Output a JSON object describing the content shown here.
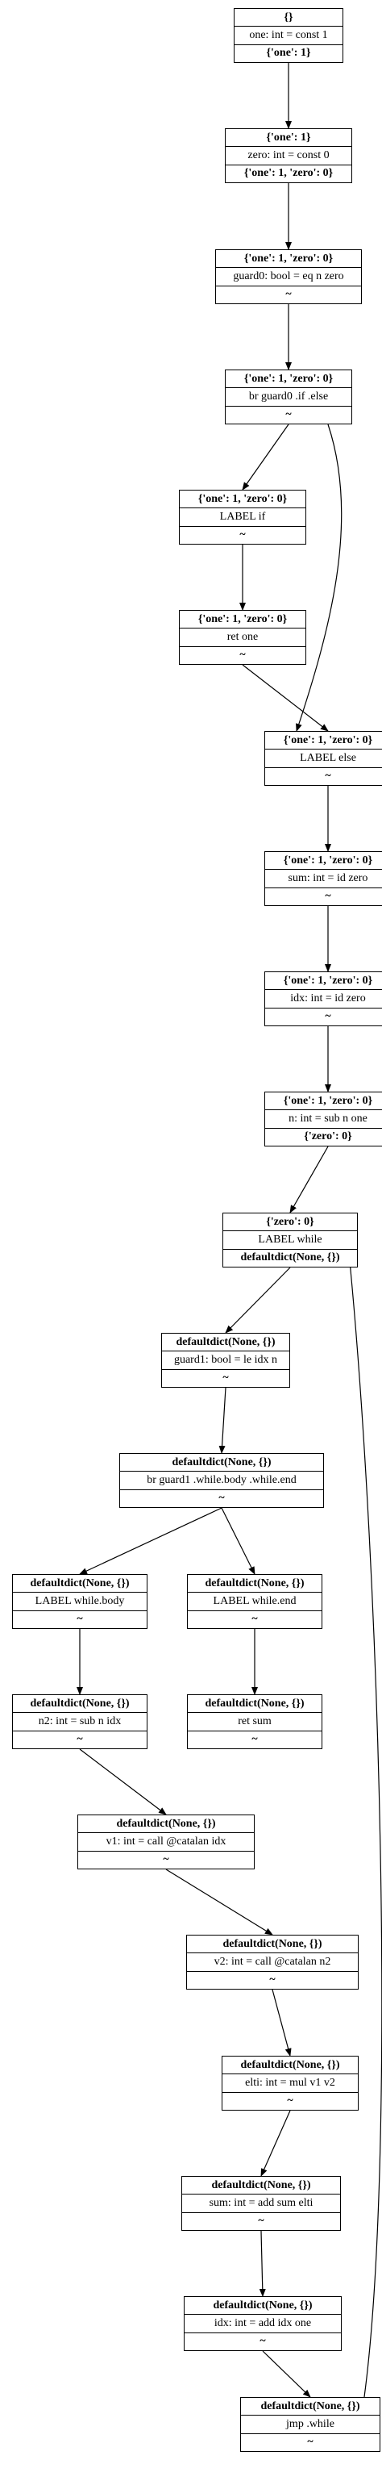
{
  "nodes": [
    {
      "id": "n0",
      "in": "{}",
      "instr": "one: int = const 1",
      "out": "{'one': 1}"
    },
    {
      "id": "n1",
      "in": "{'one': 1}",
      "instr": "zero: int = const 0",
      "out": "{'one': 1, 'zero': 0}"
    },
    {
      "id": "n2",
      "in": "{'one': 1, 'zero': 0}",
      "instr": "guard0: bool = eq n zero",
      "out": "~"
    },
    {
      "id": "n3",
      "in": "{'one': 1, 'zero': 0}",
      "instr": "br guard0 .if .else",
      "out": "~"
    },
    {
      "id": "n4",
      "in": "{'one': 1, 'zero': 0}",
      "instr": "LABEL if",
      "out": "~"
    },
    {
      "id": "n5",
      "in": "{'one': 1, 'zero': 0}",
      "instr": "ret one",
      "out": "~"
    },
    {
      "id": "n6",
      "in": "{'one': 1, 'zero': 0}",
      "instr": "LABEL else",
      "out": "~"
    },
    {
      "id": "n7",
      "in": "{'one': 1, 'zero': 0}",
      "instr": "sum: int = id zero",
      "out": "~"
    },
    {
      "id": "n8",
      "in": "{'one': 1, 'zero': 0}",
      "instr": "idx: int = id zero",
      "out": "~"
    },
    {
      "id": "n9",
      "in": "{'one': 1, 'zero': 0}",
      "instr": "n: int = sub n one",
      "out": "{'zero': 0}"
    },
    {
      "id": "n10",
      "in": "{'zero': 0}",
      "instr": "LABEL while",
      "out": "defaultdict(None, {})"
    },
    {
      "id": "n11",
      "in": "defaultdict(None, {})",
      "instr": "guard1: bool = le idx n",
      "out": "~"
    },
    {
      "id": "n12",
      "in": "defaultdict(None, {})",
      "instr": "br guard1 .while.body .while.end",
      "out": "~"
    },
    {
      "id": "n13",
      "in": "defaultdict(None, {})",
      "instr": "LABEL while.body",
      "out": "~"
    },
    {
      "id": "n14",
      "in": "defaultdict(None, {})",
      "instr": "LABEL while.end",
      "out": "~"
    },
    {
      "id": "n15",
      "in": "defaultdict(None, {})",
      "instr": "n2: int = sub n idx",
      "out": "~"
    },
    {
      "id": "n16",
      "in": "defaultdict(None, {})",
      "instr": "ret sum",
      "out": "~"
    },
    {
      "id": "n17",
      "in": "defaultdict(None, {})",
      "instr": "v1: int = call @catalan idx",
      "out": "~"
    },
    {
      "id": "n18",
      "in": "defaultdict(None, {})",
      "instr": "v2: int = call @catalan n2",
      "out": "~"
    },
    {
      "id": "n19",
      "in": "defaultdict(None, {})",
      "instr": "elti: int = mul v1 v2",
      "out": "~"
    },
    {
      "id": "n20",
      "in": "defaultdict(None, {})",
      "instr": "sum: int = add sum elti",
      "out": "~"
    },
    {
      "id": "n21",
      "in": "defaultdict(None, {})",
      "instr": "idx: int = add idx one",
      "out": "~"
    },
    {
      "id": "n22",
      "in": "defaultdict(None, {})",
      "instr": "jmp .while",
      "out": "~"
    }
  ],
  "edges": [
    [
      "n0",
      "n1"
    ],
    [
      "n1",
      "n2"
    ],
    [
      "n2",
      "n3"
    ],
    [
      "n3",
      "n4"
    ],
    [
      "n3",
      "n6"
    ],
    [
      "n4",
      "n5"
    ],
    [
      "n5",
      "n6"
    ],
    [
      "n6",
      "n7"
    ],
    [
      "n7",
      "n8"
    ],
    [
      "n8",
      "n9"
    ],
    [
      "n9",
      "n10"
    ],
    [
      "n10",
      "n11"
    ],
    [
      "n11",
      "n12"
    ],
    [
      "n12",
      "n13"
    ],
    [
      "n12",
      "n14"
    ],
    [
      "n13",
      "n15"
    ],
    [
      "n14",
      "n16"
    ],
    [
      "n15",
      "n17"
    ],
    [
      "n17",
      "n18"
    ],
    [
      "n18",
      "n19"
    ],
    [
      "n19",
      "n20"
    ],
    [
      "n20",
      "n21"
    ],
    [
      "n21",
      "n22"
    ],
    [
      "n22",
      "n10"
    ]
  ]
}
